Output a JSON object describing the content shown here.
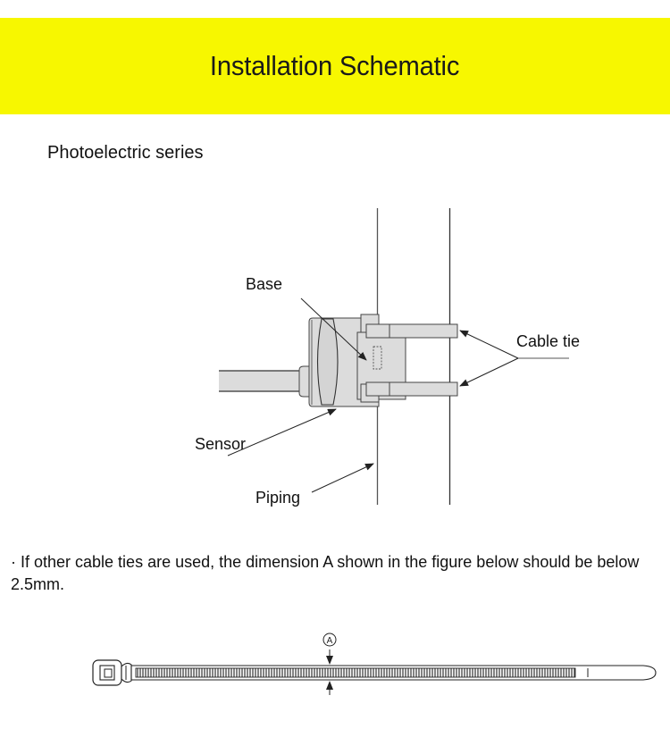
{
  "header": {
    "title": "Installation Schematic",
    "background_color": "#f7f700"
  },
  "section": {
    "subtitle": "Photoelectric series"
  },
  "installation_diagram": {
    "labels": {
      "base": "Base",
      "cable_tie": "Cable tie",
      "sensor": "Sensor",
      "piping": "Piping"
    },
    "colors": {
      "part_fill": "#dcdcdc",
      "outline": "#333333"
    }
  },
  "note": {
    "text": "· If other cable ties are used, the dimension A shown in the figure below should be below 2.5mm."
  },
  "cable_tie_figure": {
    "dimension_label": "A",
    "max_dimension": "2.5mm"
  }
}
